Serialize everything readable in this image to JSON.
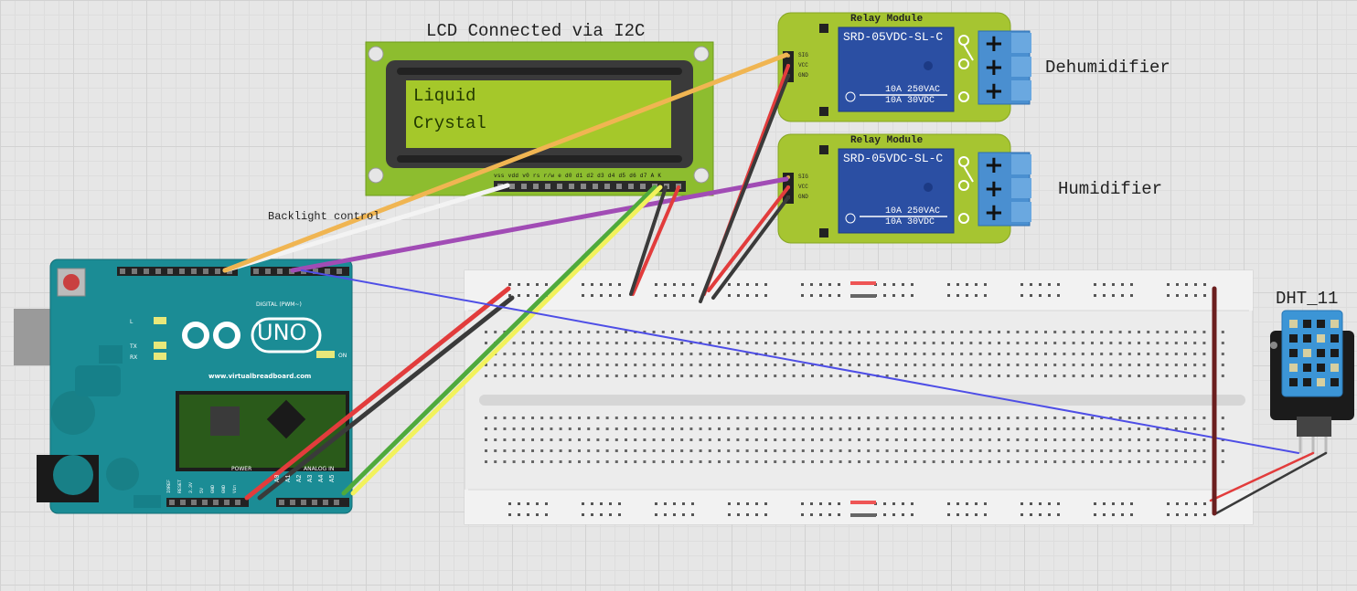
{
  "labels": {
    "lcd_title": "LCD Connected via I2C",
    "dehumidifier": "Dehumidifier",
    "humidifier": "Humidifier",
    "backlight": "Backlight control",
    "dht": "DHT_11"
  },
  "lcd": {
    "line1": "Liquid",
    "line2": "Crystal",
    "pin_labels": "vss vdd v0 rs r/w e d0 d1 d2 d3 d4 d5 d6 d7 A K"
  },
  "relay_top": {
    "title": "Relay Module",
    "model": "SRD-05VDC-SL-C",
    "rating1": "10A 250VAC",
    "rating2": "10A  30VDC",
    "pins": [
      "SIG",
      "VCC",
      "GND"
    ]
  },
  "relay_bottom": {
    "title": "Relay Module",
    "model": "SRD-05VDC-SL-C",
    "rating1": "10A 250VAC",
    "rating2": "10A  30VDC",
    "pins": [
      "SIG",
      "VCC",
      "GND"
    ]
  },
  "arduino": {
    "logo": "UNO",
    "url": "www.virtualbreadboard.com",
    "digital": "DIGITAL (PWM~)",
    "power": "POWER",
    "analog": "ANALOG IN",
    "on": "ON",
    "led_l": "L",
    "led_tx": "TX",
    "led_rx": "RX",
    "analog_pins": [
      "A0",
      "A1",
      "A2",
      "A3",
      "A4",
      "A5"
    ],
    "power_pins": [
      "IOREF",
      "RESET",
      "3.3V",
      "5V",
      "GND",
      "GND",
      "Vin"
    ]
  },
  "colors": {
    "wire_red": "#e23c3c",
    "wire_black": "#3a3a3a",
    "wire_orange": "#f0b552",
    "wire_purple": "#a14cb5",
    "wire_white": "#f3f3f3",
    "wire_green": "#4faa3c",
    "wire_yellow": "#f2f25c",
    "wire_blue": "#4e4ee6",
    "arduino_teal": "#1b8c95",
    "lcd_green": "#8dbd2f",
    "relay_green": "#a6c531",
    "relay_blue": "#2b4fa3",
    "dht_blue": "#3c95d6"
  }
}
